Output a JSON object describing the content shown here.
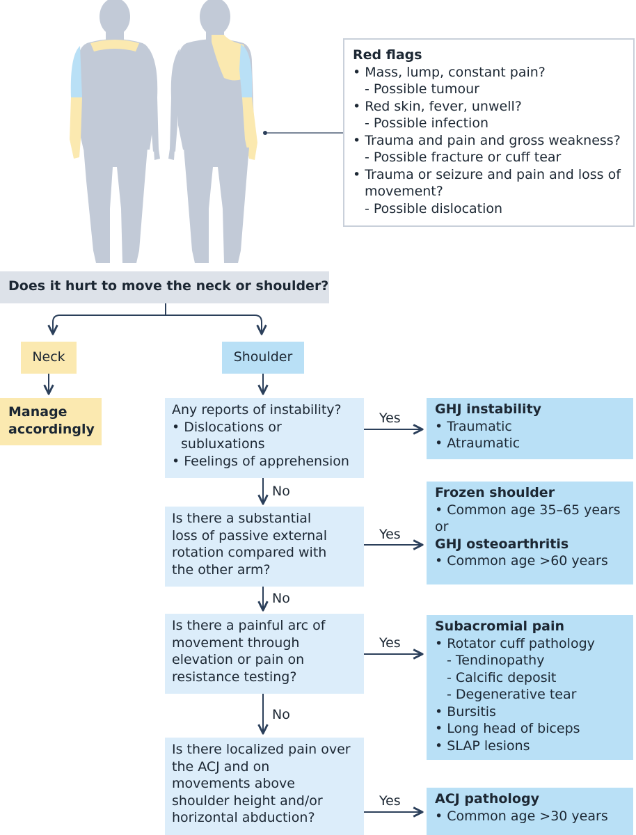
{
  "red_flags": {
    "title": "Red flags",
    "items": [
      "• Mass, lump, constant pain?",
      "- Possible tumour",
      "• Red skin, fever, unwell?",
      "- Possible infection",
      "• Trauma and pain and gross weakness?",
      "- Possible fracture or cuff tear",
      "• Trauma or seizure and pain and loss of",
      "movement?",
      "- Possible dislocation"
    ]
  },
  "main_question": "Does it hurt to move the neck or shoulder?",
  "neck": {
    "label": "Neck",
    "manage": [
      "Manage",
      "accordingly"
    ]
  },
  "shoulder": {
    "label": "Shoulder"
  },
  "labels": {
    "yes": "Yes",
    "no": "No"
  },
  "questions": [
    [
      "Any reports of instability?",
      "• Dislocations or",
      "subluxations",
      "• Feelings of apprehension"
    ],
    [
      "Is there a substantial",
      "loss of passive external",
      "rotation compared with",
      "the other arm?"
    ],
    [
      "Is there a painful arc of",
      "movement through",
      "elevation or pain on",
      "resistance testing?"
    ],
    [
      "Is there localized pain over",
      "the ACJ and on",
      "movements above",
      "shoulder height and/or",
      "horizontal abduction?"
    ]
  ],
  "results": {
    "instability": {
      "title": "GHJ instability",
      "items": [
        "• Traumatic",
        "• Atraumatic"
      ]
    },
    "frozen": {
      "title": "Frozen shoulder",
      "item1": "• Common age 35–65 years",
      "or": "or",
      "title2": "GHJ osteoarthritis",
      "item2": "• Common age >60 years"
    },
    "subacromial": {
      "title": "Subacromial pain",
      "items": [
        "• Rotator cuff pathology",
        "- Tendinopathy",
        "- Calcific deposit",
        "- Degenerative tear",
        "• Bursitis",
        "• Long head of biceps",
        "• SLAP lesions"
      ]
    },
    "acj": {
      "title": "ACJ pathology",
      "items": [
        "• Common age >30 years"
      ]
    }
  },
  "colors": {
    "body_grey": "#c2cad7",
    "highlight_yellow": "#fbe9b0",
    "highlight_blue": "#b9e0f6",
    "arrow": "#2b3f5a"
  }
}
